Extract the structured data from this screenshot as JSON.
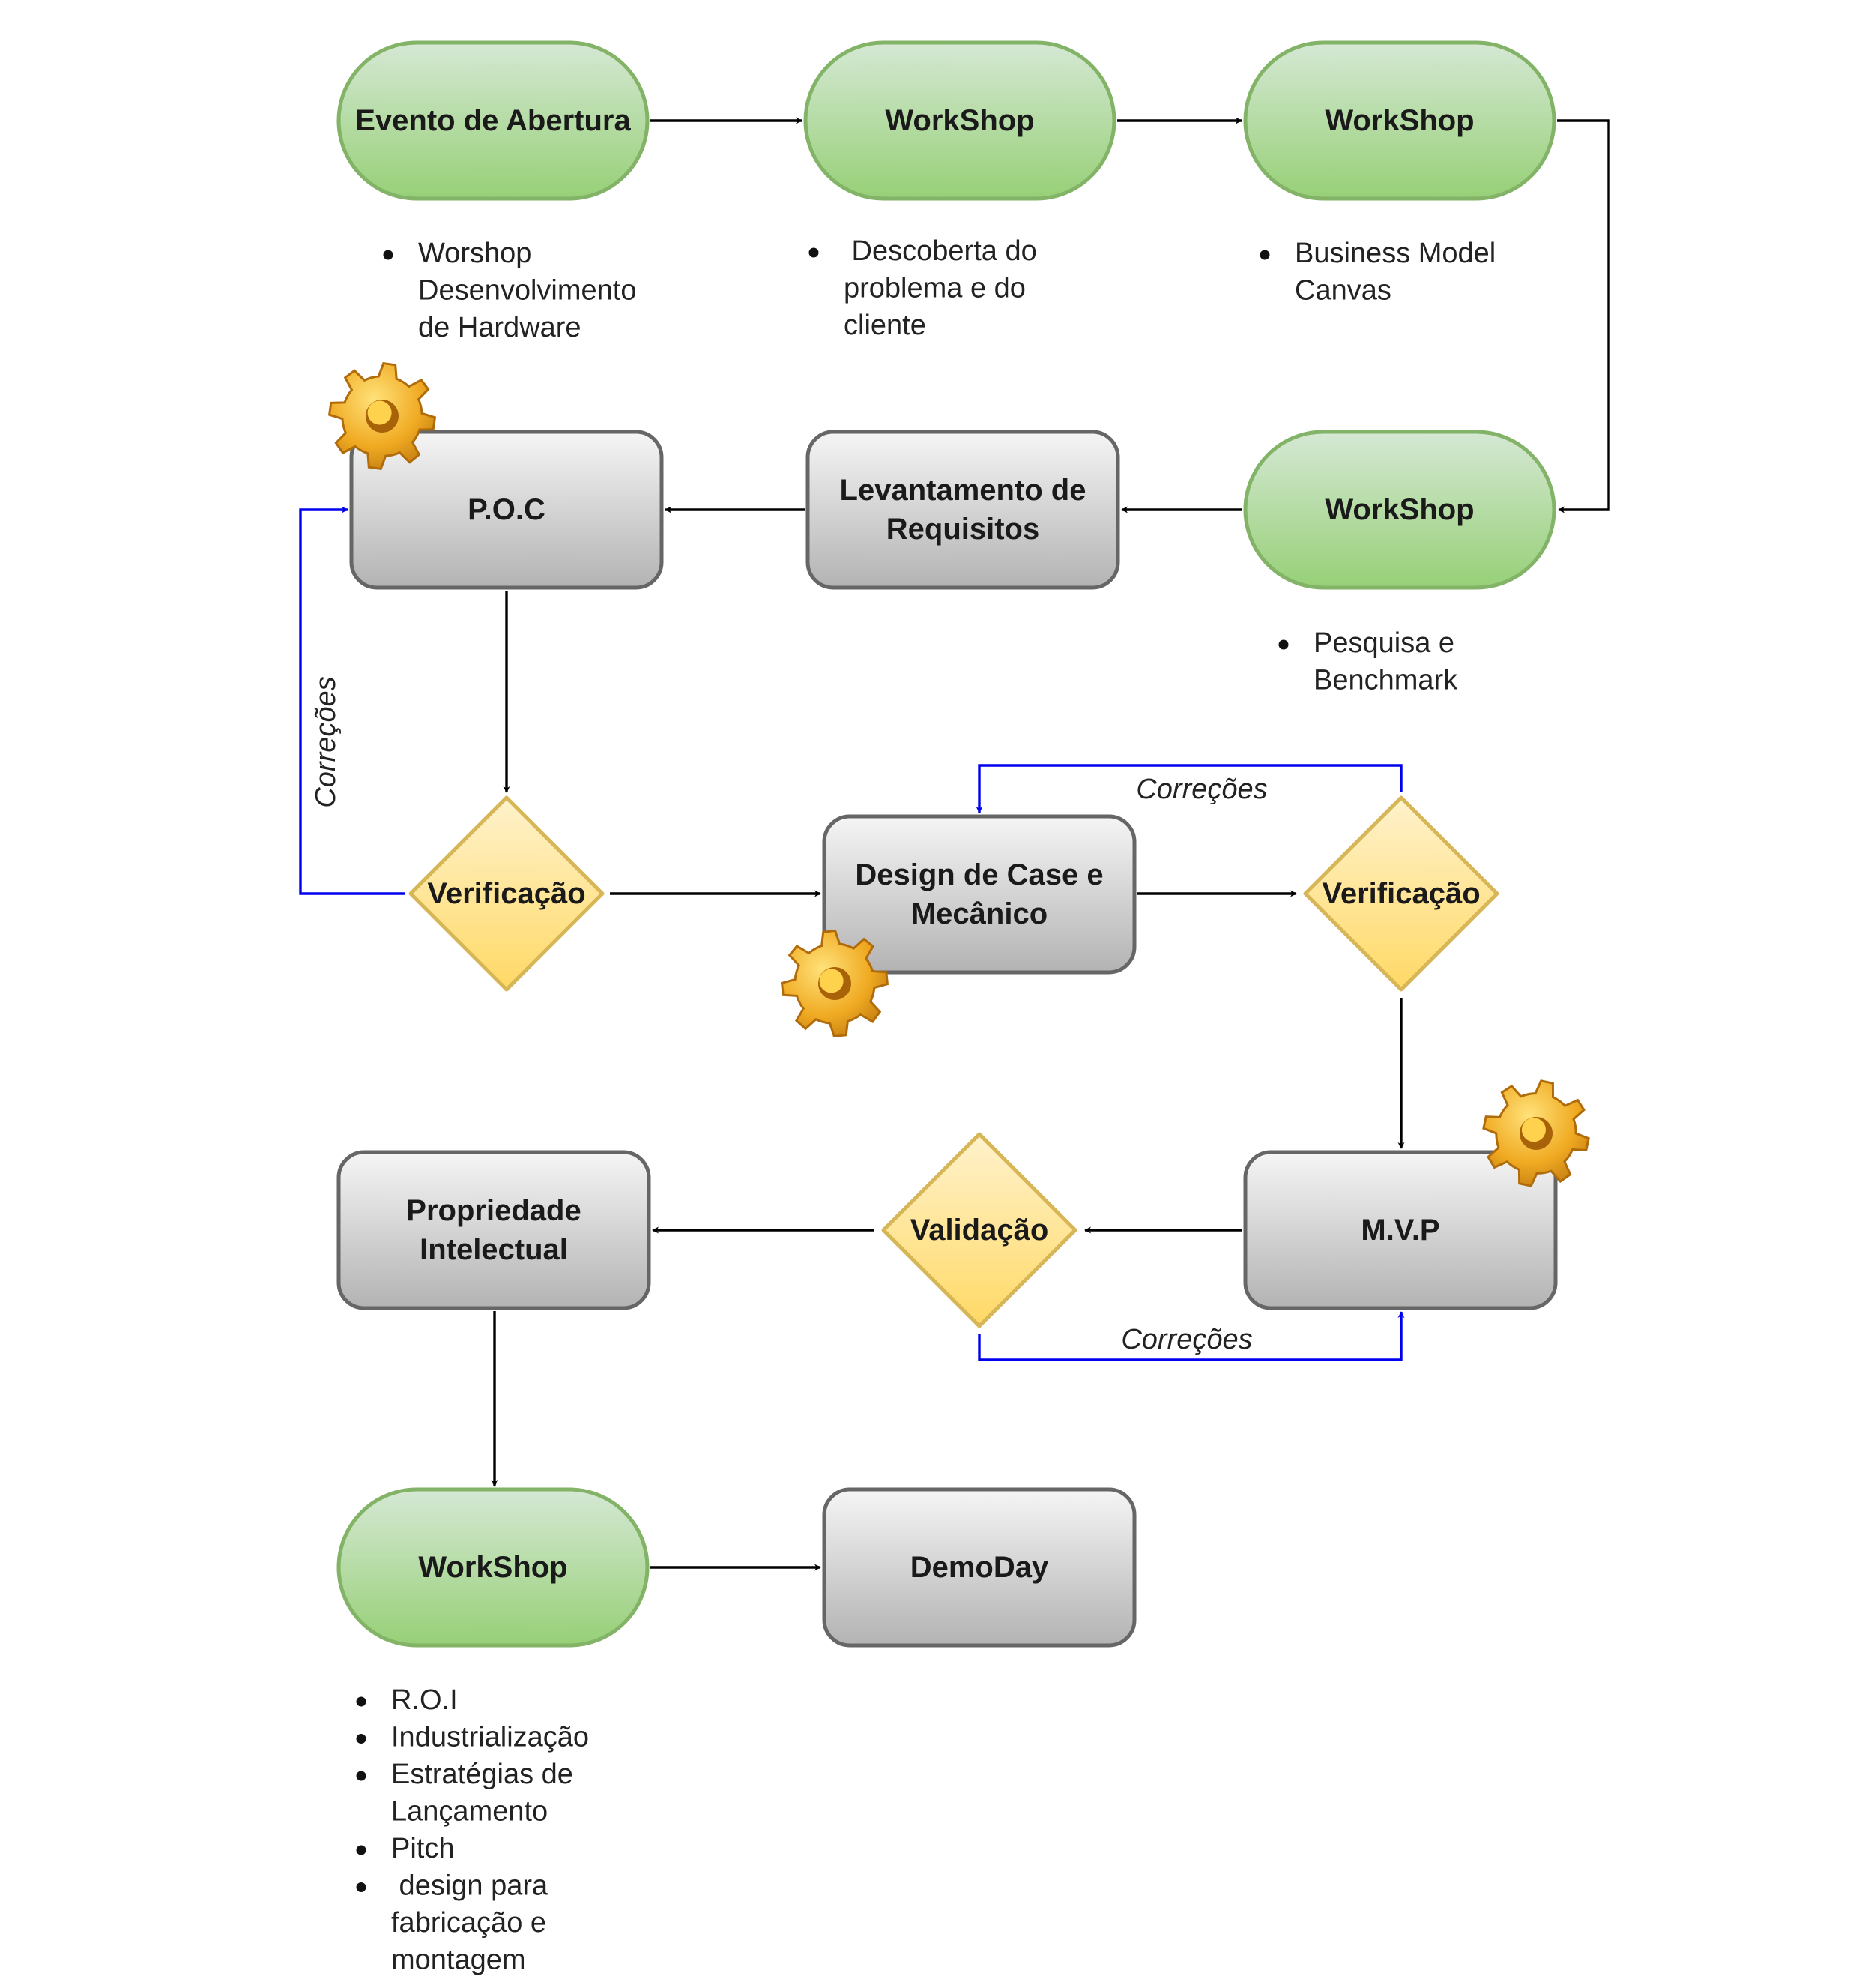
{
  "colors": {
    "terminal_fill_top": "#d5e8d4",
    "terminal_fill_bottom": "#97d077",
    "terminal_stroke": "#82b366",
    "process_fill_top": "#f5f5f5",
    "process_fill_bottom": "#b3b3b3",
    "process_stroke": "#666666",
    "decision_fill_top": "#fff2cc",
    "decision_fill_bottom": "#ffd966",
    "decision_stroke": "#d6b656",
    "edge_black": "#000000",
    "edge_blue": "#0000ee",
    "gear": "#e8a21a"
  },
  "nodes": {
    "abertura": {
      "lines": [
        "Evento de Abertura"
      ]
    },
    "workshop1": {
      "lines": [
        "WorkShop"
      ]
    },
    "workshop2": {
      "lines": [
        "WorkShop"
      ]
    },
    "workshop3": {
      "lines": [
        "WorkShop"
      ]
    },
    "levantamento": {
      "lines": [
        "Levantamento de",
        "Requisitos"
      ]
    },
    "poc": {
      "lines": [
        "P.O.C"
      ]
    },
    "verificacao1": {
      "lines": [
        "Verificação"
      ]
    },
    "design": {
      "lines": [
        "Design de Case e",
        "Mecânico"
      ]
    },
    "verificacao2": {
      "lines": [
        "Verificação"
      ]
    },
    "mvp": {
      "lines": [
        "M.V.P"
      ]
    },
    "validacao": {
      "lines": [
        "Validação"
      ]
    },
    "propriedade": {
      "lines": [
        "Propriedade",
        "Intelectual"
      ]
    },
    "workshop4": {
      "lines": [
        "WorkShop"
      ]
    },
    "demoday": {
      "lines": [
        "DemoDay"
      ]
    }
  },
  "notes": {
    "abertura": {
      "items": [
        [
          "Worshop",
          "Desenvolvimento",
          "de Hardware"
        ]
      ]
    },
    "workshop1": {
      "items": [
        [
          " Descoberta do",
          "problema e do",
          "cliente"
        ]
      ]
    },
    "workshop2": {
      "items": [
        [
          "Business Model",
          "Canvas"
        ]
      ]
    },
    "workshop3": {
      "items": [
        [
          "Pesquisa e",
          "Benchmark"
        ]
      ]
    },
    "workshop4": {
      "items": [
        [
          "R.O.I"
        ],
        [
          "Industrialização"
        ],
        [
          "Estratégias de",
          "Lançamento"
        ],
        [
          "Pitch"
        ],
        [
          " design para",
          "fabricação e",
          "montagem"
        ]
      ]
    }
  },
  "edge_labels": {
    "poc_loop": "Correções",
    "design_loop": "Correções",
    "mvp_loop": "Correções"
  },
  "icons": {
    "gear_poc": "gear-icon",
    "gear_design": "gear-icon",
    "gear_mvp": "gear-icon"
  }
}
